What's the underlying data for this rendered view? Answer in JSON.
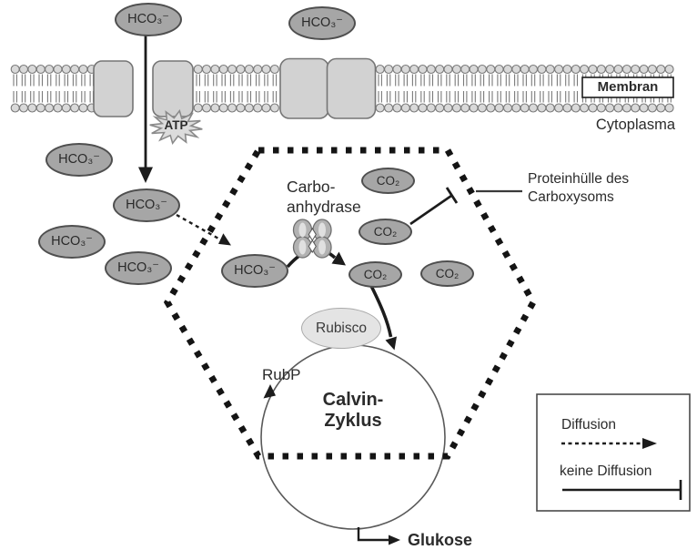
{
  "molecules": {
    "hco3": "HCO₃⁻",
    "co2": "CO₂",
    "atp": "ATP"
  },
  "membrane": {
    "label": "Membran",
    "region_label": "Cytoplasma"
  },
  "carboxysome": {
    "enzyme_label_line1": "Carbo-",
    "enzyme_label_line2": "anhydrase",
    "shell_label_line1": "Proteinhülle des",
    "shell_label_line2": "Carboxysoms",
    "rubisco": "Rubisco",
    "cycle_label_line1": "Calvin-",
    "cycle_label_line2": "Zyklus",
    "cycle_intermediate": "RubP",
    "cycle_product": "Glukose"
  },
  "legend": {
    "diffusion": "Diffusion",
    "no_diffusion": "keine Diffusion"
  },
  "colors": {
    "molecule_fill": "#a6a6a6",
    "molecule_border": "#4f4f4f",
    "rubisco_fill": "#e4e4e4",
    "membrane_fill": "#d9d9d9",
    "membrane_border": "#7a7a7a",
    "protein_fill": "#d2d2d2",
    "line_color": "#1c1c1c",
    "background": "#ffffff"
  }
}
